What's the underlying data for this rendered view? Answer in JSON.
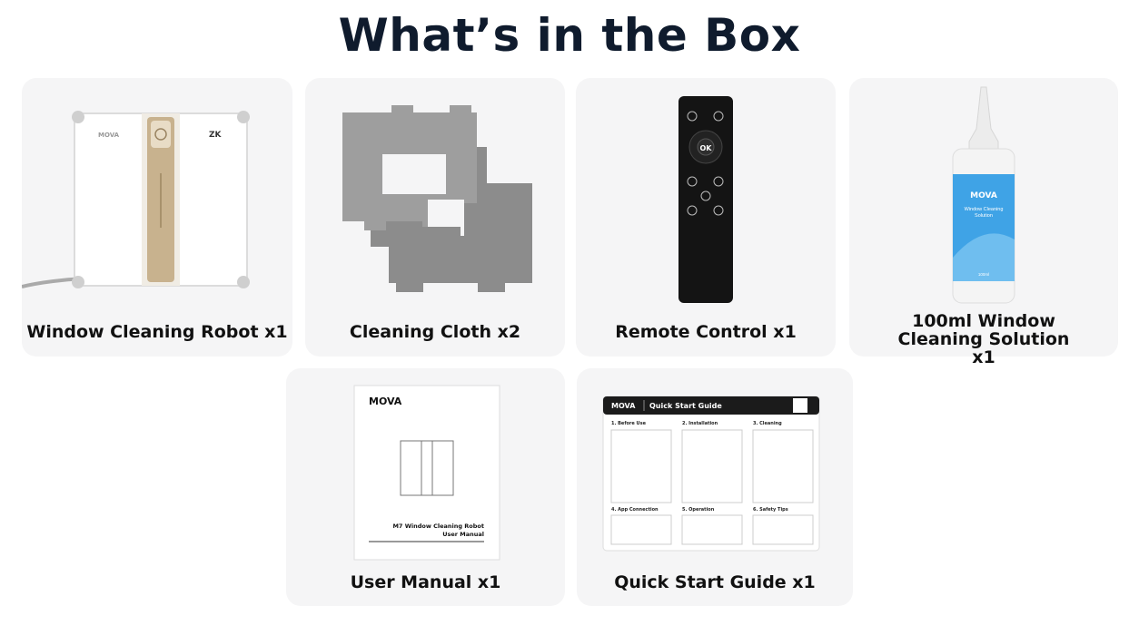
{
  "page": {
    "title": "What’s in the Box"
  },
  "items": [
    {
      "label": "Window Cleaning Robot x1",
      "brand": "MOVA",
      "icon": "window-cleaning-robot-icon"
    },
    {
      "label": "Cleaning Cloth x2",
      "icon": "cleaning-cloth-icon"
    },
    {
      "label": "Remote Control x1",
      "icon": "remote-control-icon",
      "ok_label": "OK"
    },
    {
      "label": "100ml Window Cleaning Solution x1",
      "brand": "MOVA",
      "bottle_text_1": "Window Cleaning",
      "bottle_text_2": "Solution",
      "bottle_volume": "100ml",
      "icon": "cleaning-solution-bottle-icon"
    },
    {
      "label": "User Manual x1",
      "brand": "MOVA",
      "manual_title_1": "M7 Window Cleaning Robot",
      "manual_title_2": "User Manual",
      "icon": "user-manual-icon"
    },
    {
      "label": "Quick Start Guide x1",
      "brand": "MOVA",
      "guide_header": "Quick Start Guide",
      "sections": [
        "1. Before Use",
        "2. Installation",
        "3. Cleaning",
        "4. App Connection",
        "5. Operation",
        "6. Safety Tips"
      ],
      "icon": "quick-start-guide-icon"
    }
  ],
  "colors": {
    "title": "#0f1b2d",
    "card_bg": "#f5f5f6",
    "bottle_blue": "#3fa3e6",
    "robot_gold": "#c8b28e"
  }
}
